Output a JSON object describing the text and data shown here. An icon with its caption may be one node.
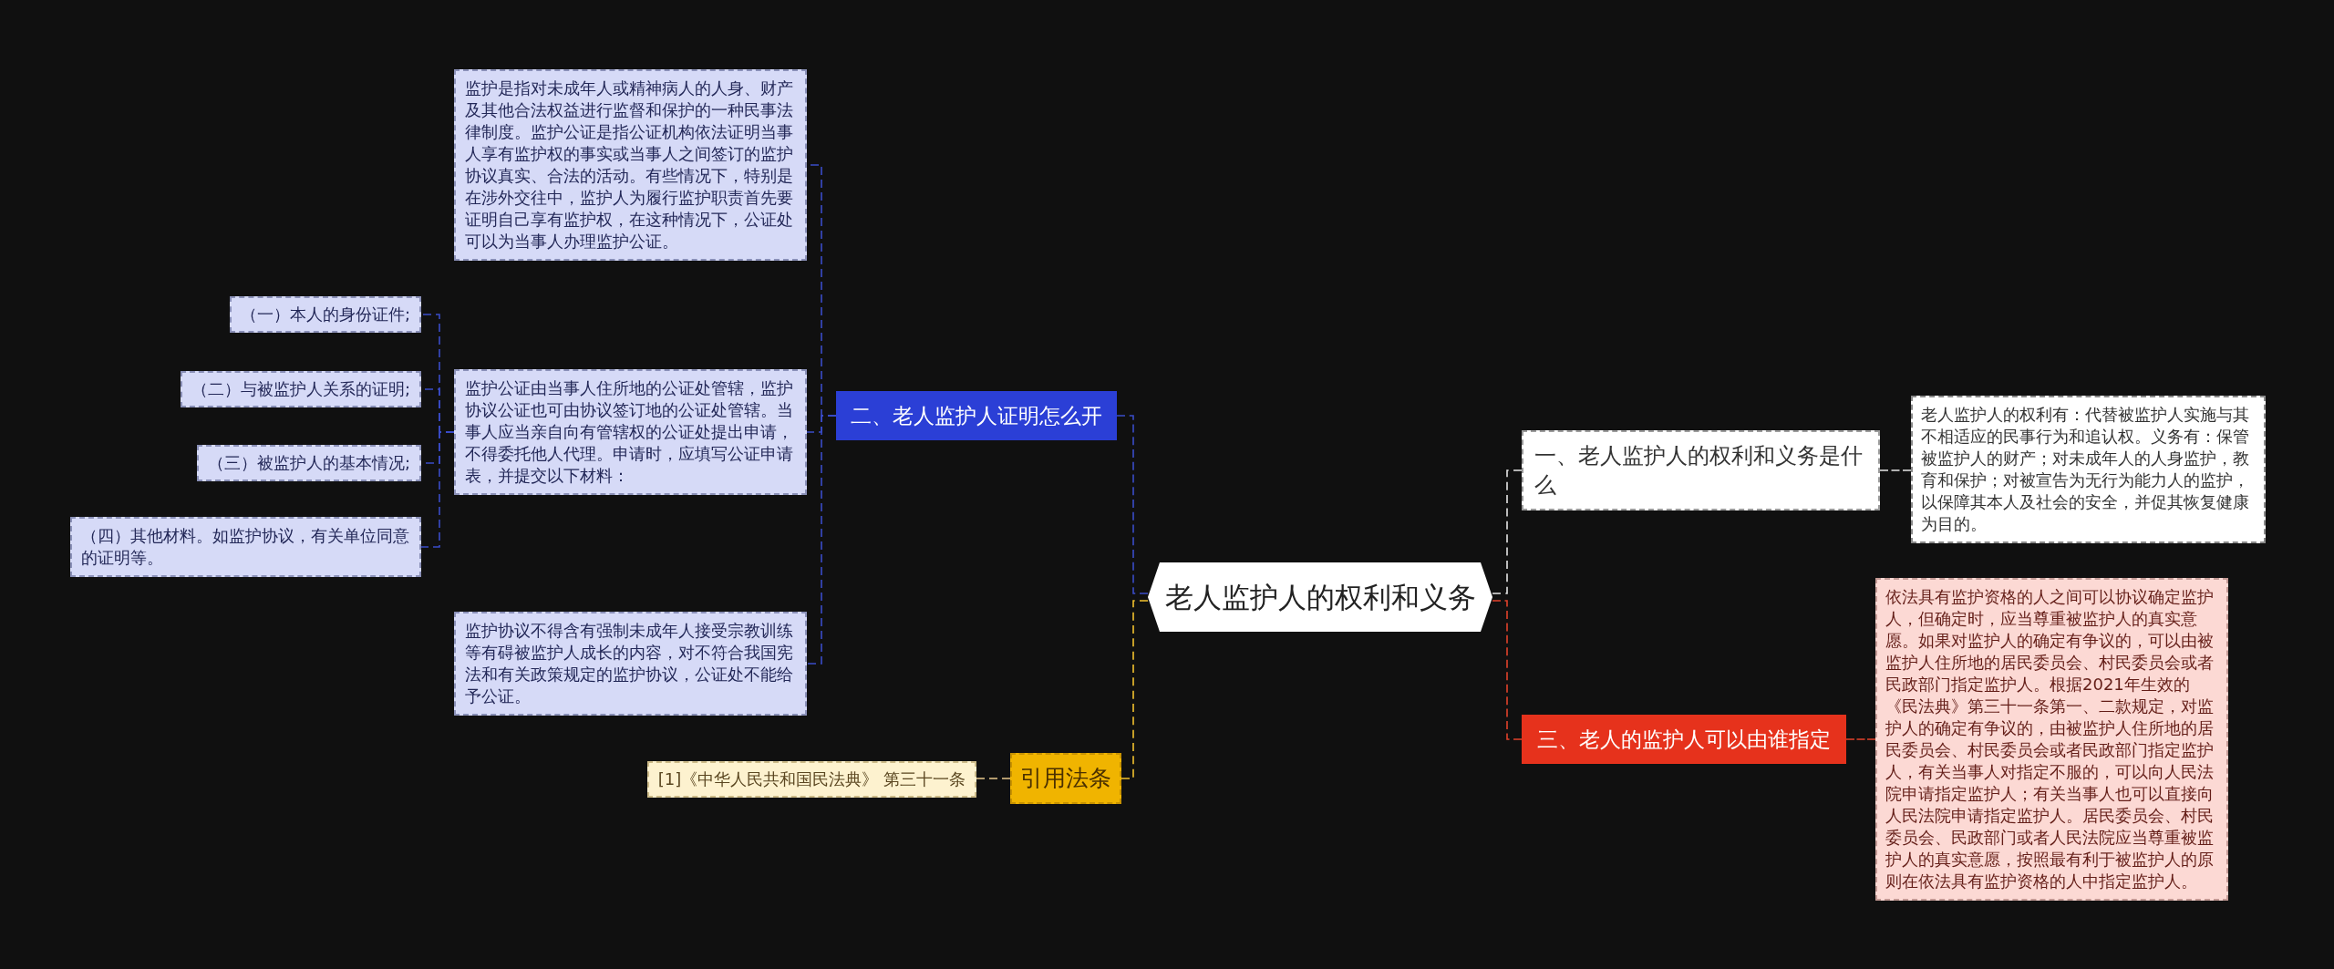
{
  "diagram": {
    "nodes": [
      {
        "text": [
          "老人监护人的权利和义务"
        ]
      },
      {
        "text": [
          "一、老人监护人的权利和义务是什么"
        ]
      },
      {
        "text": [
          "老人监护人的权利有：代替被监护人实施与其不相适应的民事行为和追认权。义务有：保管被监护人的财产；对未成年人的人身监护，教育和保护；对被宣告为无行为能力人的监护，以保障其本人及社会的安全，并促其恢复健康为目的。"
        ]
      },
      {
        "text": [
          "三、老人的监护人可以由谁指定"
        ]
      },
      {
        "text": [
          "依法具有监护资格的人之间可以协议确定监护人，但确定时，应当尊重被监护人的真实意愿。如果对监护人的确定有争议的，可以由被监护人住所地的居民委员会、村民委员会或者民政部门指定监护人。根据2021年生效的《民法典》第三十一条第一、二款规定，对监护人的确定有争议的，由被监护人住所地的居民委员会、村民委员会或者民政部门指定监护人，有关当事人对指定不服的，可以向人民法院申请指定监护人；有关当事人也可以直接向人民法院申请指定监护人。居民委员会、村民委员会、民政部门或者人民法院应当尊重被监护人的真实意愿，按照最有利于被监护人的原则在依法具有监护资格的人中指定监护人。"
        ]
      },
      {
        "text": [
          "二、老人监护人证明怎么开"
        ]
      },
      {
        "text": [
          "监护是指对未成年人或精神病人的人身、财产及其他合法权益进行监督和保护的一种民事法律制度。监护公证是指公证机构依法证明当事人享有监护权的事实或当事人之间签订的监护协议真实、合法的活动。有些情况下，特别是在涉外交往中，监护人为履行监护职责首先要证明自己享有监护权，在这种情况下，公证处可以为当事人办理监护公证。"
        ]
      },
      {
        "text": [
          "监护公证由当事人住所地的公证处管辖，监护协议公证也可由协议签订地的公证处管辖。当事人应当亲自向有管辖权的公证处提出申请，不得委托他人代理。申请时，应填写公证申请表，并提交以下材料："
        ]
      },
      {
        "text": [
          "（一）本人的身份证件;"
        ]
      },
      {
        "text": [
          "（二）与被监护人关系的证明;"
        ]
      },
      {
        "text": [
          "（三）被监护人的基本情况;"
        ]
      },
      {
        "text": [
          "（四）其他材料。如监护协议，有关单位同意的证明等。"
        ]
      },
      {
        "text": [
          "监护协议不得含有强制未成年人接受宗教训练等有碍被监护人成长的内容，对不符合我国宪法和有关政策规定的监护协议，公证处不能给予公证。"
        ]
      },
      {
        "text": [
          "引用法条"
        ]
      },
      {
        "text": [
          "[1]《中华人民共和国民法典》 第三十一条"
        ]
      }
    ],
    "edges": [
      {
        "from": 0,
        "to": 1,
        "arrow": "none",
        "style": "dashed",
        "color": "#e6e6e6"
      },
      {
        "from": 1,
        "to": 2,
        "arrow": "none",
        "style": "dashed",
        "color": "#e6e6e6"
      },
      {
        "from": 0,
        "to": 3,
        "arrow": "none",
        "style": "dashed",
        "color": "#e2412b"
      },
      {
        "from": 3,
        "to": 4,
        "arrow": "none",
        "style": "dashed",
        "color": "#e2412b"
      },
      {
        "from": 0,
        "to": 5,
        "arrow": "none",
        "style": "dashed"
      },
      {
        "from": 5,
        "to": 6,
        "arrow": "none",
        "style": "dashed"
      },
      {
        "from": 5,
        "to": 7,
        "arrow": "none",
        "style": "dashed"
      },
      {
        "from": 7,
        "to": 8,
        "arrow": "none",
        "style": "dashed"
      },
      {
        "from": 7,
        "to": 9,
        "arrow": "none",
        "style": "dashed"
      },
      {
        "from": 7,
        "to": 10,
        "arrow": "none",
        "style": "dashed"
      },
      {
        "from": 7,
        "to": 11,
        "arrow": "none",
        "style": "dashed"
      },
      {
        "from": 5,
        "to": 12,
        "arrow": "none",
        "style": "dashed"
      },
      {
        "from": 0,
        "to": 13,
        "arrow": "none",
        "style": "dashed",
        "color": "#f2c12e"
      },
      {
        "from": 13,
        "to": 14,
        "arrow": "none",
        "style": "dashed",
        "color": "#e9c98c"
      }
    ]
  }
}
